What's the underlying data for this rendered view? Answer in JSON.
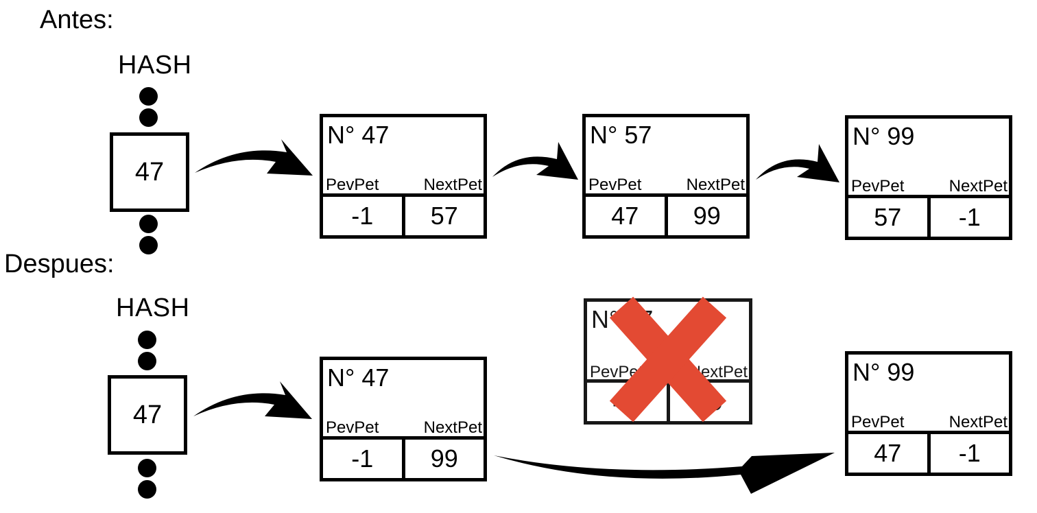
{
  "before": {
    "heading": "Antes:",
    "hash_label": "HASH",
    "hash_value": "47",
    "nodes": [
      {
        "title": "N° 47",
        "prev_label": "PevPet",
        "next_label": "NextPet",
        "prev": "-1",
        "next": "57"
      },
      {
        "title": "N° 57",
        "prev_label": "PevPet",
        "next_label": "NextPet",
        "prev": "47",
        "next": "99"
      },
      {
        "title": "N° 99",
        "prev_label": "PevPet",
        "next_label": "NextPet",
        "prev": "57",
        "next": "-1"
      }
    ]
  },
  "after": {
    "heading": "Despues:",
    "hash_label": "HASH",
    "hash_value": "47",
    "nodes": [
      {
        "title": "N° 47",
        "prev_label": "PevPet",
        "next_label": "NextPet",
        "prev": "-1",
        "next": "99"
      },
      {
        "title": "N° 57",
        "prev_label": "PevPet",
        "next_label": "NextPet",
        "prev": "47",
        "next": "99"
      },
      {
        "title": "N° 99",
        "prev_label": "PevPet",
        "next_label": "NextPet",
        "prev": "47",
        "next": "-1"
      }
    ]
  },
  "colors": {
    "line": "#000000",
    "delete_mark": "#e34a33"
  },
  "icons": {
    "arrow": "curved-arrow-icon",
    "delete": "cross-icon"
  }
}
